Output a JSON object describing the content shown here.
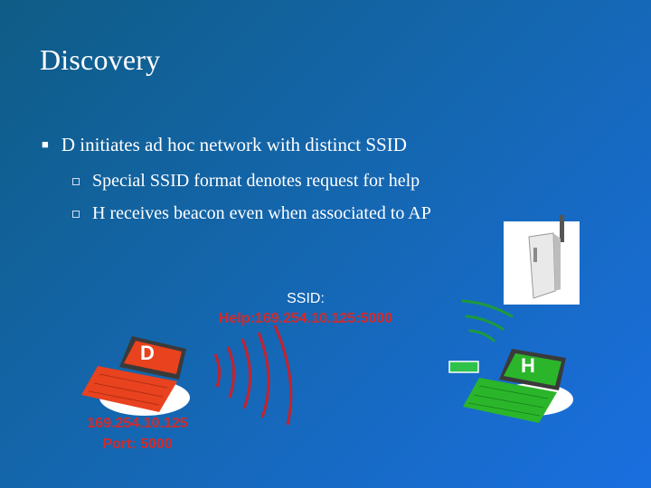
{
  "slide": {
    "title": "Discovery",
    "bullets": [
      {
        "text": "D initiates ad hoc network with distinct SSID",
        "sub": [
          "Special SSID format denotes request for help",
          "H receives beacon even when associated to AP"
        ]
      }
    ]
  },
  "diagram": {
    "ssid_label": "SSID:",
    "ssid_value": "Help:169.254.10.125:5000",
    "device_d": {
      "label": "D",
      "ip": "169.254.10.125",
      "port": "Port: 5000",
      "color": "#e8421e"
    },
    "device_h": {
      "label": "H",
      "color": "#2bb52b"
    },
    "signal_color_d": "#c8212b",
    "signal_color_h": "#1e9a3c",
    "icons": [
      "laptop-d-icon",
      "laptop-h-icon",
      "access-point-icon",
      "beacon-waves-icon",
      "network-card-icon"
    ]
  }
}
